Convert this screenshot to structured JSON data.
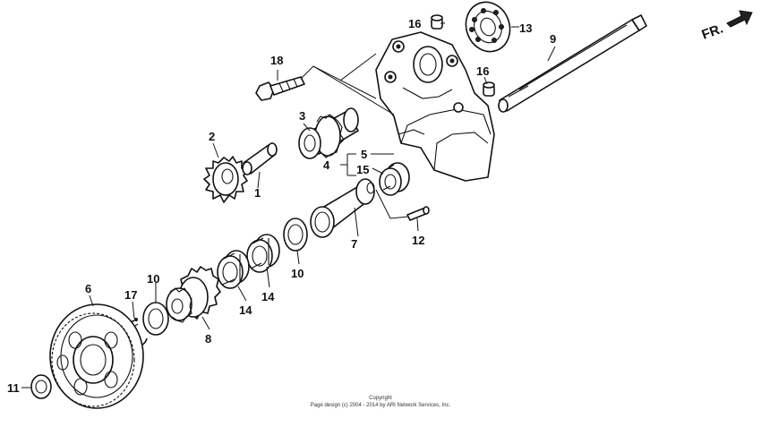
{
  "diagram": {
    "direction_label": "FR.",
    "callouts": {
      "c1": "1",
      "c2": "2",
      "c3": "3",
      "c4": "4",
      "c5": "5",
      "c6": "6",
      "c7": "7",
      "c8": "8",
      "c9": "9",
      "c10a": "10",
      "c10b": "10",
      "c11": "11",
      "c12": "12",
      "c13": "13",
      "c14a": "14",
      "c14b": "14",
      "c15": "15",
      "c16a": "16",
      "c16b": "16",
      "c17": "17",
      "c18": "18"
    },
    "copyright": {
      "line1": "Copyright",
      "line2": "Page design (c) 2004 - 2014 by ARI Network Services, Inc."
    }
  }
}
